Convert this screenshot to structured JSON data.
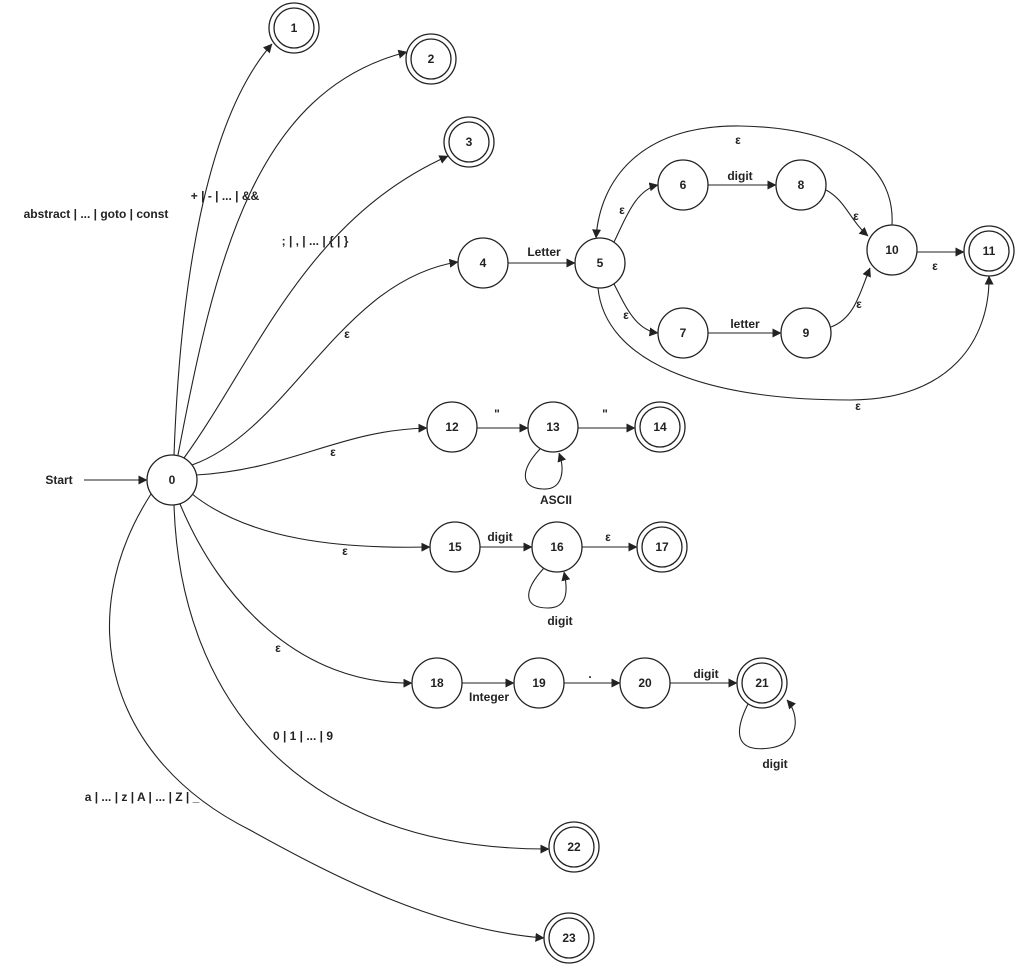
{
  "diagram": {
    "start_label": "Start",
    "colors": {
      "stroke": "#222222",
      "background": "#ffffff"
    },
    "nodes": [
      {
        "id": "0",
        "label": "0",
        "accepting": false
      },
      {
        "id": "1",
        "label": "1",
        "accepting": true
      },
      {
        "id": "2",
        "label": "2",
        "accepting": true
      },
      {
        "id": "3",
        "label": "3",
        "accepting": true
      },
      {
        "id": "4",
        "label": "4",
        "accepting": false
      },
      {
        "id": "5",
        "label": "5",
        "accepting": false
      },
      {
        "id": "6",
        "label": "6",
        "accepting": false
      },
      {
        "id": "7",
        "label": "7",
        "accepting": false
      },
      {
        "id": "8",
        "label": "8",
        "accepting": false
      },
      {
        "id": "9",
        "label": "9",
        "accepting": false
      },
      {
        "id": "10",
        "label": "10",
        "accepting": false
      },
      {
        "id": "11",
        "label": "11",
        "accepting": true
      },
      {
        "id": "12",
        "label": "12",
        "accepting": false
      },
      {
        "id": "13",
        "label": "13",
        "accepting": false
      },
      {
        "id": "14",
        "label": "14",
        "accepting": true
      },
      {
        "id": "15",
        "label": "15",
        "accepting": false
      },
      {
        "id": "16",
        "label": "16",
        "accepting": false
      },
      {
        "id": "17",
        "label": "17",
        "accepting": true
      },
      {
        "id": "18",
        "label": "18",
        "accepting": false
      },
      {
        "id": "19",
        "label": "19",
        "accepting": false
      },
      {
        "id": "20",
        "label": "20",
        "accepting": false
      },
      {
        "id": "21",
        "label": "21",
        "accepting": true
      },
      {
        "id": "22",
        "label": "22",
        "accepting": true
      },
      {
        "id": "23",
        "label": "23",
        "accepting": true
      }
    ],
    "edges": [
      {
        "id": "e0-1",
        "from": "0",
        "to": "1",
        "label": "abstract | ... | goto | const"
      },
      {
        "id": "e0-2",
        "from": "0",
        "to": "2",
        "label": "+ | - | ... | &&"
      },
      {
        "id": "e0-3",
        "from": "0",
        "to": "3",
        "label": "; | , | ... | { | }"
      },
      {
        "id": "e0-4",
        "from": "0",
        "to": "4",
        "label": "ε"
      },
      {
        "id": "e4-5",
        "from": "4",
        "to": "5",
        "label": "Letter"
      },
      {
        "id": "e5-6",
        "from": "5",
        "to": "6",
        "label": "ε"
      },
      {
        "id": "e5-7",
        "from": "5",
        "to": "7",
        "label": "ε"
      },
      {
        "id": "e6-8",
        "from": "6",
        "to": "8",
        "label": "digit"
      },
      {
        "id": "e7-9",
        "from": "7",
        "to": "9",
        "label": "letter"
      },
      {
        "id": "e8-10",
        "from": "8",
        "to": "10",
        "label": "ε"
      },
      {
        "id": "e9-10",
        "from": "9",
        "to": "10",
        "label": "ε"
      },
      {
        "id": "e10-5",
        "from": "10",
        "to": "5",
        "label": "ε"
      },
      {
        "id": "e10-11",
        "from": "10",
        "to": "11",
        "label": "ε"
      },
      {
        "id": "e5-11",
        "from": "5",
        "to": "11",
        "label": "ε"
      },
      {
        "id": "e0-12",
        "from": "0",
        "to": "12",
        "label": "ε"
      },
      {
        "id": "e12-13",
        "from": "12",
        "to": "13",
        "label": "\""
      },
      {
        "id": "e13-13",
        "from": "13",
        "to": "13",
        "label": "ASCII"
      },
      {
        "id": "e13-14",
        "from": "13",
        "to": "14",
        "label": "\""
      },
      {
        "id": "e0-15",
        "from": "0",
        "to": "15",
        "label": "ε"
      },
      {
        "id": "e15-16",
        "from": "15",
        "to": "16",
        "label": "digit"
      },
      {
        "id": "e16-16",
        "from": "16",
        "to": "16",
        "label": "digit"
      },
      {
        "id": "e16-17",
        "from": "16",
        "to": "17",
        "label": "ε"
      },
      {
        "id": "e0-18",
        "from": "0",
        "to": "18",
        "label": "ε"
      },
      {
        "id": "e18-19",
        "from": "18",
        "to": "19",
        "label": "Integer"
      },
      {
        "id": "e19-20",
        "from": "19",
        "to": "20",
        "label": "."
      },
      {
        "id": "e20-21",
        "from": "20",
        "to": "21",
        "label": "digit"
      },
      {
        "id": "e21-21",
        "from": "21",
        "to": "21",
        "label": "digit"
      },
      {
        "id": "e0-22",
        "from": "0",
        "to": "22",
        "label": "0 | 1 | ... | 9"
      },
      {
        "id": "e0-23",
        "from": "0",
        "to": "23",
        "label": "a | ... | z | A | ... | Z | _"
      }
    ]
  }
}
